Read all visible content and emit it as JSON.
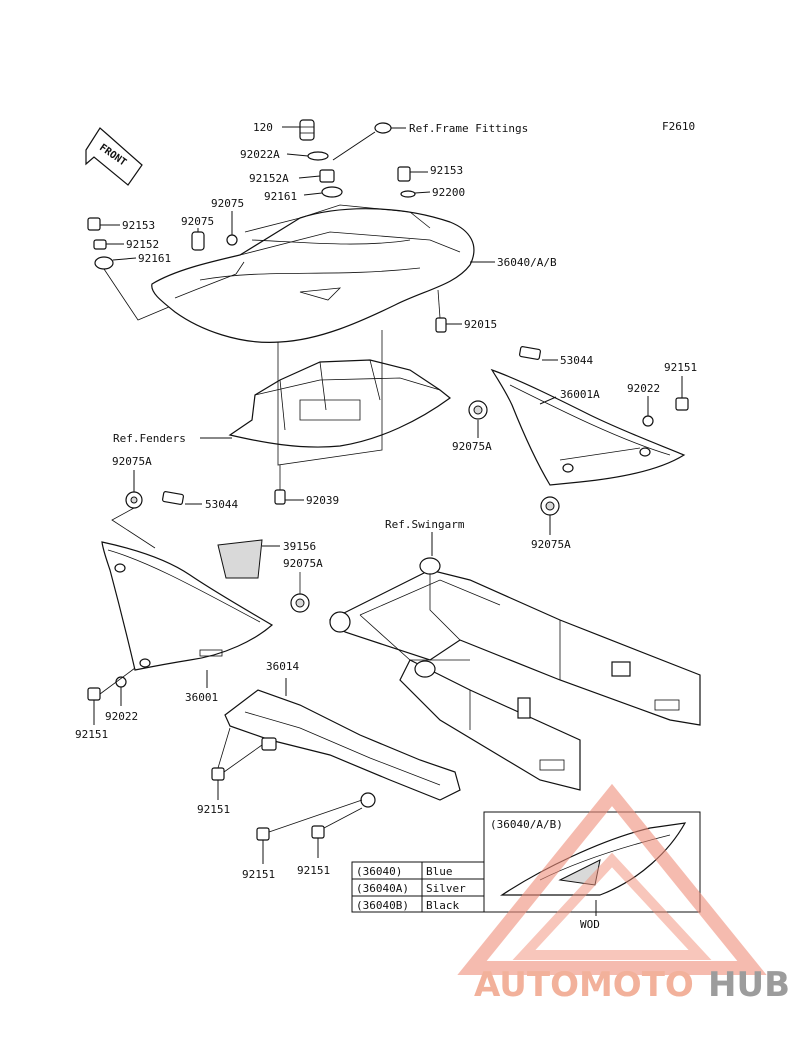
{
  "figure_code": "F2610",
  "front_label": "FRONT",
  "callouts": {
    "p120": "120",
    "ref_frame": "Ref.Frame Fittings",
    "p92022A": "92022A",
    "p92153_top": "92153",
    "p92152A": "92152A",
    "p92200": "92200",
    "p92161_top": "92161",
    "p92075_a": "92075",
    "p92075_b": "92075",
    "p92153_left": "92153",
    "p92152_left": "92152",
    "p92161_left": "92161",
    "p36040": "36040/A/B",
    "p92015": "92015",
    "p53044_right": "53044",
    "p92151_right": "92151",
    "p36001A": "36001A",
    "p92022_right": "92022",
    "ref_fenders": "Ref.Fenders",
    "p92075A_right1": "92075A",
    "p92075A_left": "92075A",
    "p92039": "92039",
    "p53044_left": "53044",
    "ref_swingarm": "Ref.Swingarm",
    "p92075A_right2": "92075A",
    "p39156": "39156",
    "p92075A_mid": "92075A",
    "p36014": "36014",
    "p36001": "36001",
    "p92022_left": "92022",
    "p92151_left": "92151",
    "p92151_mid1": "92151",
    "p92151_mid2": "92151",
    "p92151_mid3": "92151"
  },
  "color_table": {
    "rows": [
      {
        "code": "(36040)",
        "color": "Blue"
      },
      {
        "code": "(36040A)",
        "color": "Silver"
      },
      {
        "code": "(36040B)",
        "color": "Black"
      }
    ]
  },
  "inset": {
    "title": "(36040/A/B)",
    "caption": "WOD"
  },
  "watermark": {
    "part1": "AUTOMOTO",
    "part2": "HUB",
    "color1": "#f0a48a",
    "color2": "#8b8b8b"
  }
}
